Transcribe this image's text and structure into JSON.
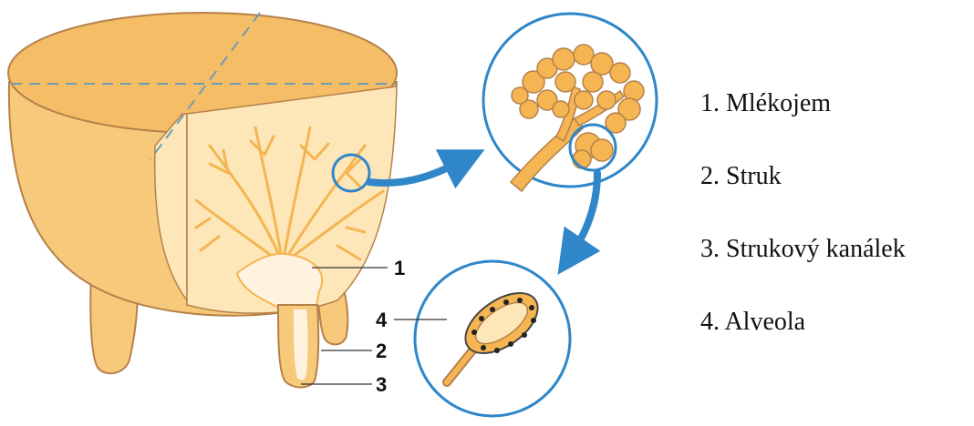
{
  "callouts": [
    "1",
    "2",
    "3",
    "4"
  ],
  "legend": [
    {
      "text": "1. Mlékojem"
    },
    {
      "text": "2. Struk"
    },
    {
      "text": "3. Strukový kanálek"
    },
    {
      "text": "4. Alveola"
    }
  ],
  "colors": {
    "tissue": "#f7c97a",
    "tissue_light": "#fde7b8",
    "outline": "#b5814a",
    "gland": "#f0a83c",
    "accent_blue": "#2f86c8",
    "cistern": "#fff3df"
  }
}
